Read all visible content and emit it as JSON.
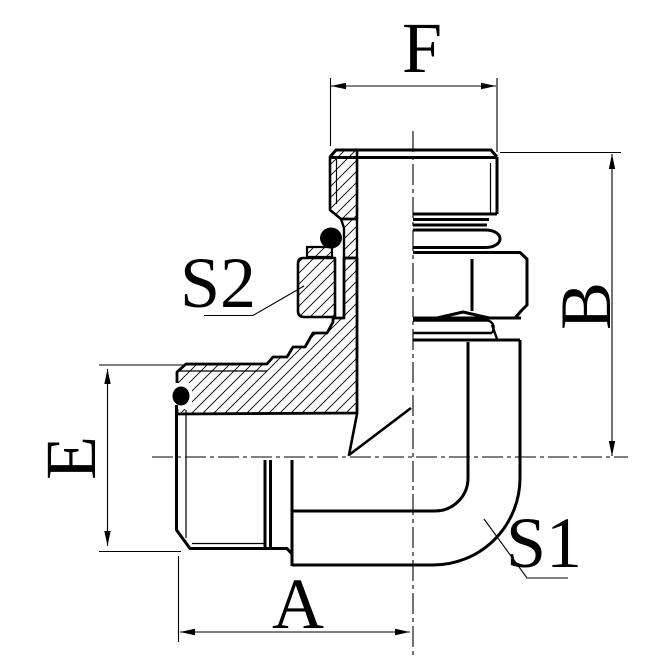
{
  "page": {
    "background": "#ffffff"
  },
  "drawing": {
    "title": "90-degree elbow hydraulic adapter fitting, dimensioned half-section view",
    "line_color": "#000000",
    "labels": {
      "F": "F",
      "B": "B",
      "E": "E",
      "A": "A",
      "S1": "S1",
      "S2": "S2"
    }
  }
}
